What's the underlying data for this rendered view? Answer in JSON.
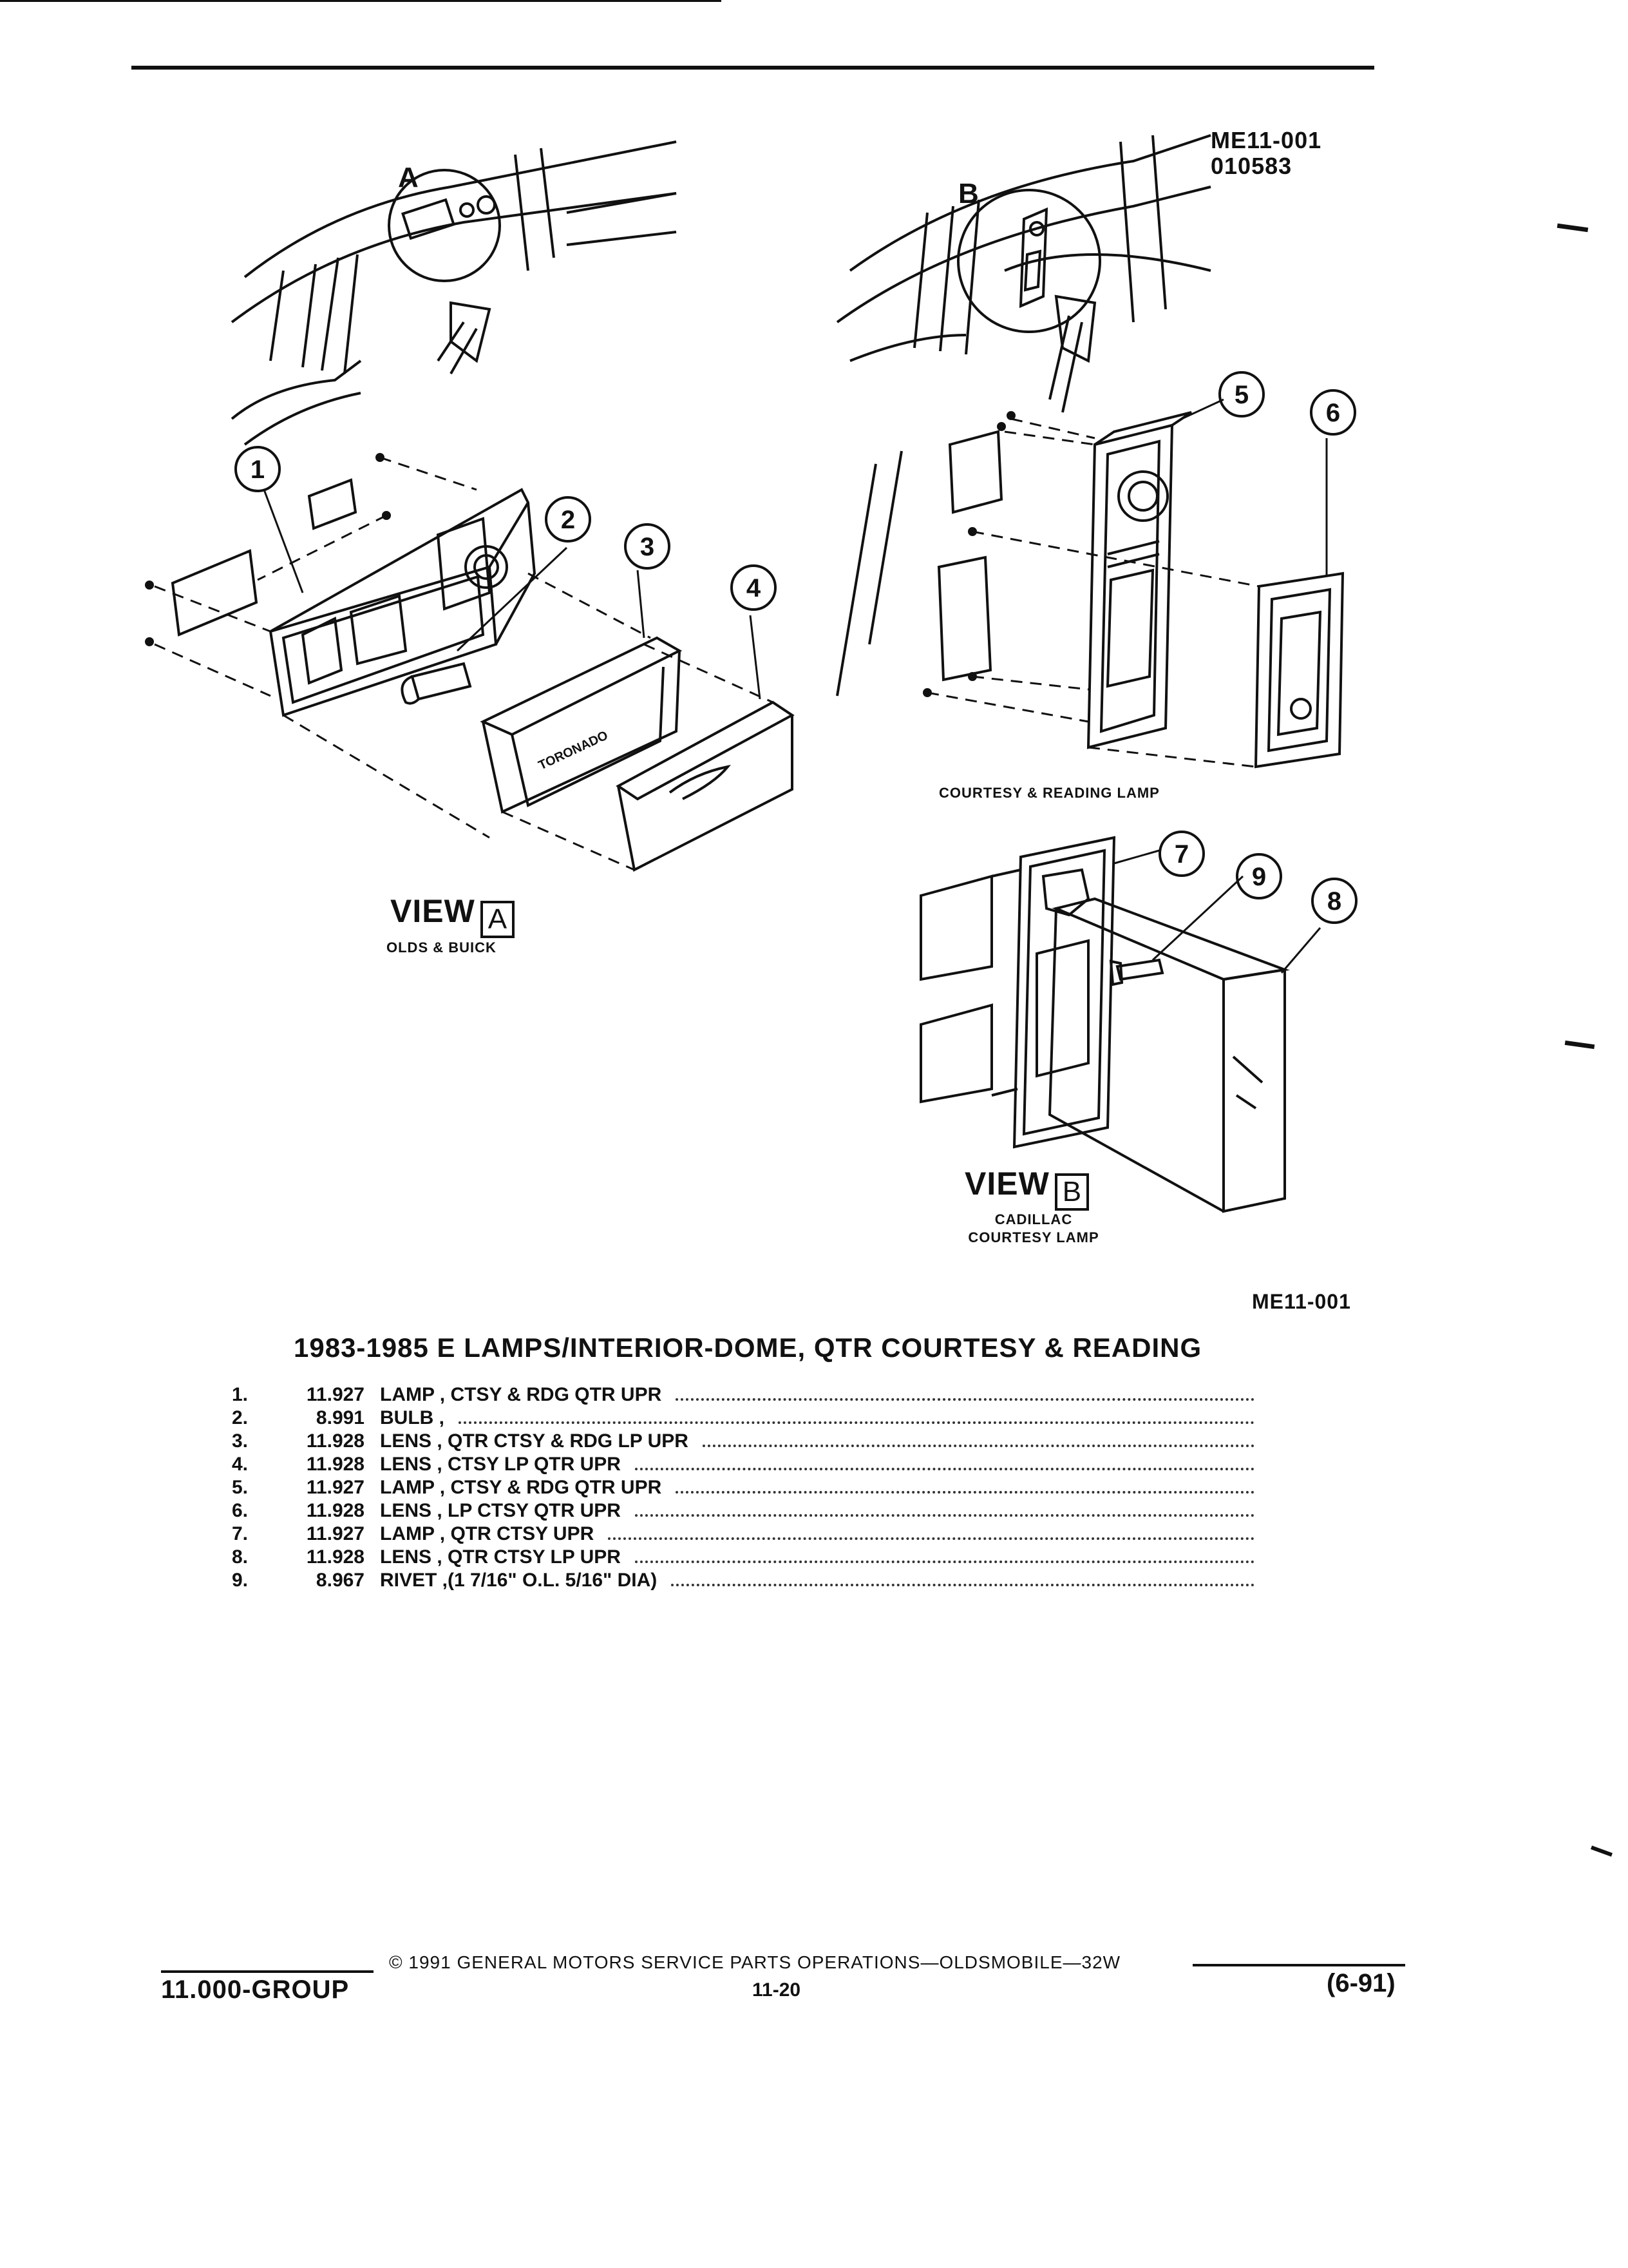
{
  "drawing": {
    "ref_codes": [
      "ME11-001",
      "010583"
    ],
    "callout_letters": {
      "a": "A",
      "b": "B"
    },
    "callouts": [
      "1",
      "2",
      "3",
      "4",
      "5",
      "6",
      "7",
      "8",
      "9"
    ],
    "lens_marking": "TORONADO",
    "view_a": {
      "word": "VIEW",
      "letter": "A",
      "caption": "OLDS & BUICK"
    },
    "courtesy_caption": "COURTESY & READING LAMP",
    "view_b": {
      "word": "VIEW",
      "letter": "B",
      "caption_line1": "CADILLAC",
      "caption_line2": "COURTESY LAMP"
    },
    "bottom_ref": "ME11-001"
  },
  "section_title": "1983-1985 E LAMPS/INTERIOR-DOME, QTR COURTESY & READING",
  "parts": [
    {
      "no": "1.",
      "group": "11.927",
      "desc": "LAMP , CTSY & RDG QTR UPR"
    },
    {
      "no": "2.",
      "group": "8.991",
      "desc": "BULB ,"
    },
    {
      "no": "3.",
      "group": "11.928",
      "desc": "LENS , QTR CTSY & RDG LP UPR"
    },
    {
      "no": "4.",
      "group": "11.928",
      "desc": "LENS , CTSY LP QTR UPR"
    },
    {
      "no": "5.",
      "group": "11.927",
      "desc": "LAMP , CTSY & RDG QTR UPR"
    },
    {
      "no": "6.",
      "group": "11.928",
      "desc": "LENS , LP CTSY QTR UPR"
    },
    {
      "no": "7.",
      "group": "11.927",
      "desc": "LAMP , QTR CTSY UPR"
    },
    {
      "no": "8.",
      "group": "11.928",
      "desc": "LENS , QTR CTSY LP UPR"
    },
    {
      "no": "9.",
      "group": "8.967",
      "desc": "RIVET ,(1 7/16\" O.L. 5/16\" DIA)"
    }
  ],
  "footer": {
    "copyright": "© 1991 GENERAL MOTORS SERVICE PARTS OPERATIONS—OLDSMOBILE—32W",
    "group": "11.000-GROUP",
    "page": "11-20",
    "date": "(6-91)"
  }
}
